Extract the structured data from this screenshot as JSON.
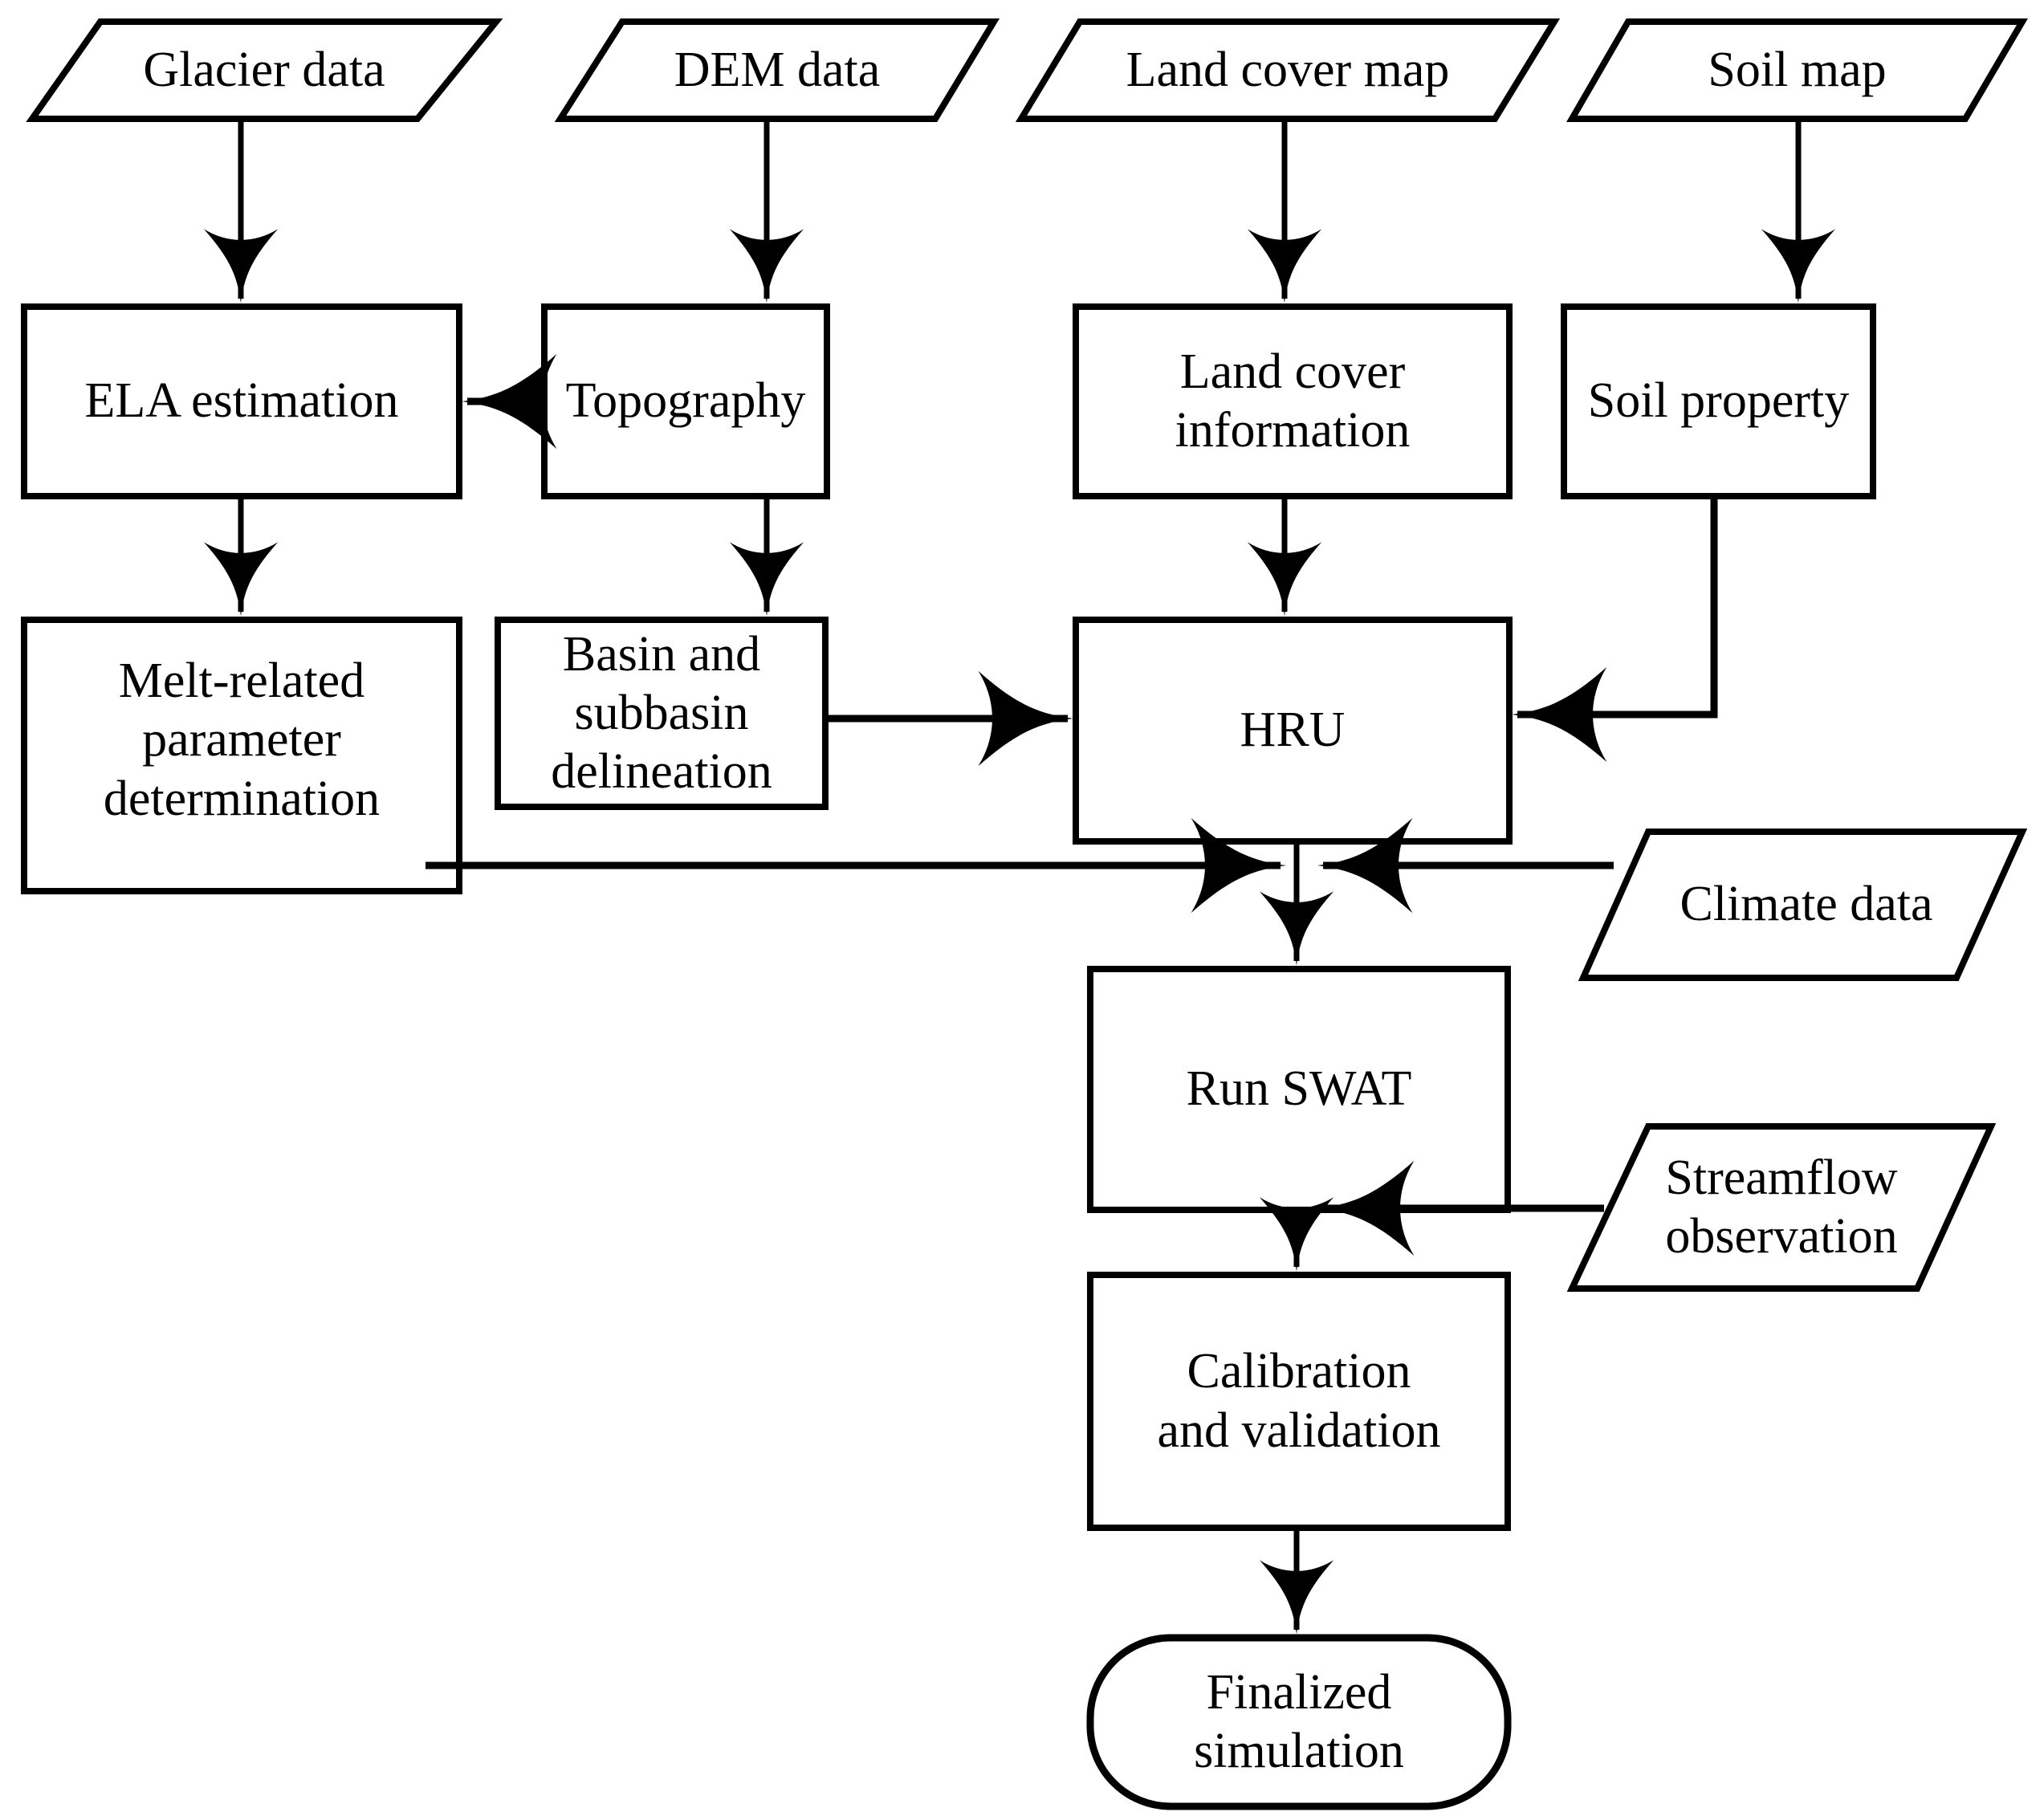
{
  "diagram": {
    "title": "SWAT glacio-hydrological modelling workflow",
    "stroke_color": "#000000",
    "fill_color": "#ffffff",
    "background_color": "#ffffff"
  },
  "nodes": {
    "glacier_data": {
      "label": "Glacier data",
      "shape": "parallelogram"
    },
    "dem_data": {
      "label": "DEM data",
      "shape": "parallelogram"
    },
    "land_cover_map": {
      "label": "Land cover map",
      "shape": "parallelogram"
    },
    "soil_map": {
      "label": "Soil map",
      "shape": "parallelogram"
    },
    "ela_estimation": {
      "label": "ELA estimation",
      "shape": "rectangle"
    },
    "topography": {
      "label": "Topography",
      "shape": "rectangle"
    },
    "land_cover_information": {
      "label": "Land cover\ninformation",
      "shape": "rectangle"
    },
    "soil_property": {
      "label": "Soil property",
      "shape": "rectangle"
    },
    "melt_related_parameter_determination": {
      "label": "Melt-related\nparameter\ndetermination",
      "shape": "rectangle"
    },
    "basin_and_subbasin_delineation": {
      "label": "Basin and subbasin\ndelineation",
      "shape": "rectangle"
    },
    "hru": {
      "label": "HRU",
      "shape": "rectangle"
    },
    "climate_data": {
      "label": "Climate data",
      "shape": "parallelogram"
    },
    "run_swat": {
      "label": "Run SWAT",
      "shape": "rectangle"
    },
    "streamflow_observation": {
      "label": "Streamflow\nobservation",
      "shape": "parallelogram"
    },
    "calibration_and_validation": {
      "label": "Calibration\nand validation",
      "shape": "rectangle"
    },
    "finalized_simulation": {
      "label": "Finalized\nsimulation",
      "shape": "rounded-rectangle"
    }
  },
  "edges": [
    {
      "from": "glacier_data",
      "to": "ela_estimation",
      "arrow": "down"
    },
    {
      "from": "dem_data",
      "to": "topography",
      "arrow": "down"
    },
    {
      "from": "land_cover_map",
      "to": "land_cover_information",
      "arrow": "down"
    },
    {
      "from": "soil_map",
      "to": "soil_property",
      "arrow": "down"
    },
    {
      "from": "topography",
      "to": "ela_estimation",
      "arrow": "left"
    },
    {
      "from": "ela_estimation",
      "to": "melt_related_parameter_determination",
      "arrow": "down"
    },
    {
      "from": "topography",
      "to": "basin_and_subbasin_delineation",
      "arrow": "down"
    },
    {
      "from": "land_cover_information",
      "to": "hru",
      "arrow": "down"
    },
    {
      "from": "basin_and_subbasin_delineation",
      "to": "hru",
      "arrow": "right"
    },
    {
      "from": "soil_property",
      "to": "hru",
      "arrow": "left"
    },
    {
      "from": "hru",
      "to": "run_swat",
      "arrow": "down"
    },
    {
      "from": "melt_related_parameter_determination",
      "to": "run_swat",
      "arrow": "right"
    },
    {
      "from": "climate_data",
      "to": "run_swat",
      "arrow": "left"
    },
    {
      "from": "run_swat",
      "to": "calibration_and_validation",
      "arrow": "down"
    },
    {
      "from": "streamflow_observation",
      "to": "calibration_and_validation",
      "arrow": "left"
    },
    {
      "from": "calibration_and_validation",
      "to": "finalized_simulation",
      "arrow": "down"
    }
  ]
}
